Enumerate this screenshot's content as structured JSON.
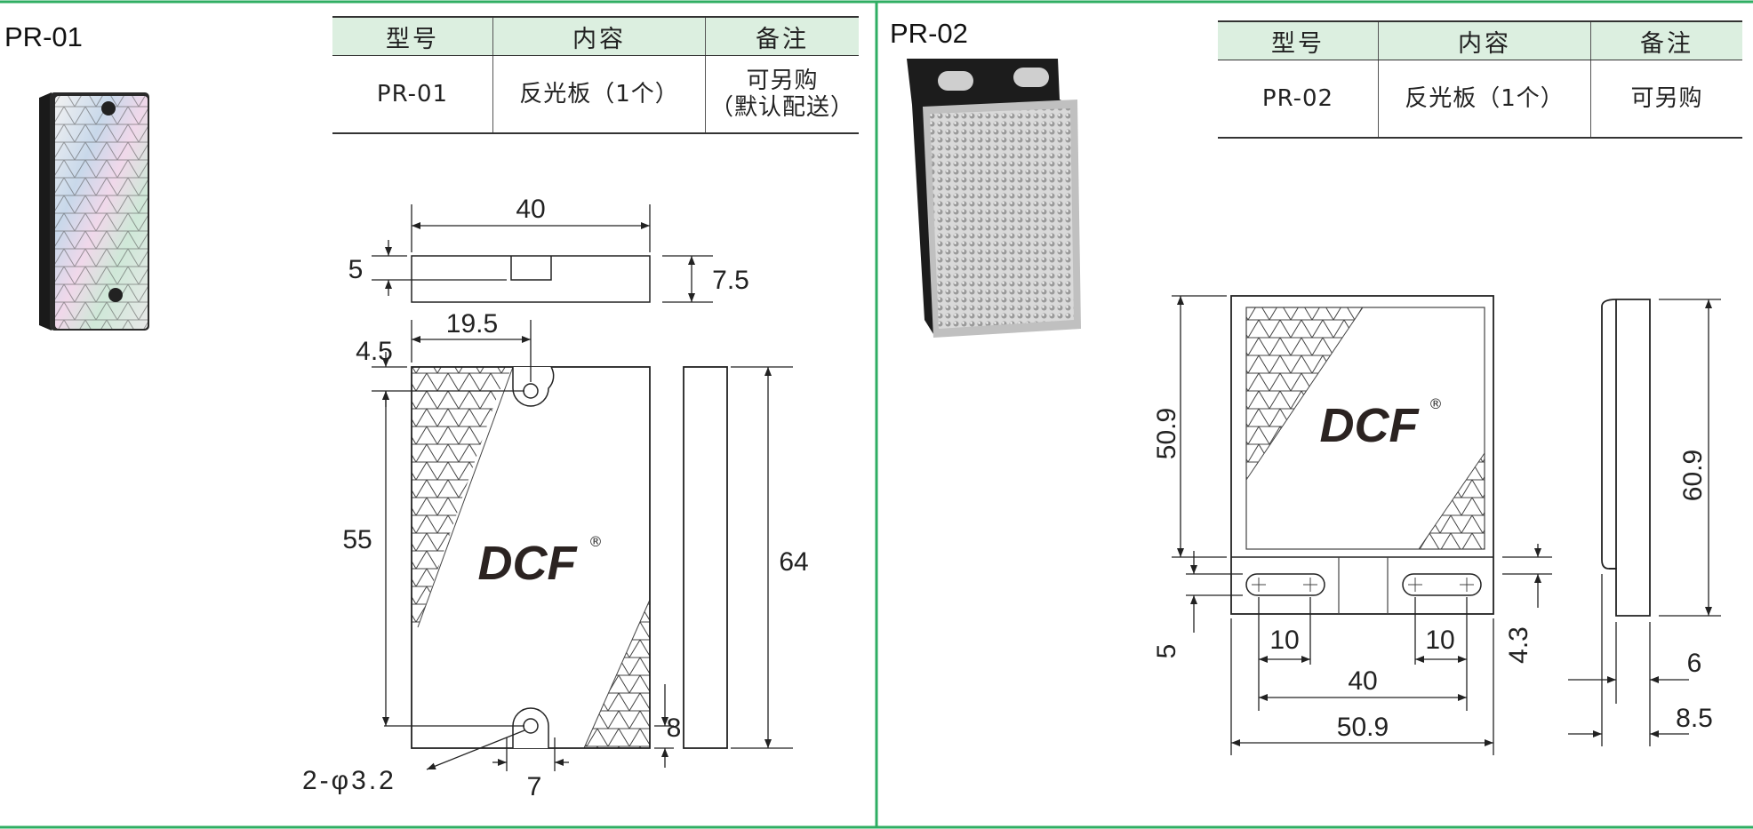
{
  "pr01": {
    "title": "PR-01",
    "table": {
      "headers": [
        "型号",
        "内容",
        "备注"
      ],
      "row": {
        "model": "PR-01",
        "content": "反光板（1个）",
        "note_line1": "可另购",
        "note_line2": "（默认配送）"
      }
    },
    "brand": "DCF",
    "registered": "®",
    "dims": {
      "width": "40",
      "slot_depth": "5",
      "thickness": "7.5",
      "hole_offset_x": "19.5",
      "hole_offset_y": "4.5",
      "hole_pitch": "55",
      "height": "64",
      "hole_bottom": "8",
      "hole_width": "7",
      "hole_note": "2-φ3.2"
    }
  },
  "pr02": {
    "title": "PR-02",
    "table": {
      "headers": [
        "型号",
        "内容",
        "备注"
      ],
      "row": {
        "model": "PR-02",
        "content": "反光板（1个）",
        "note": "可另购"
      }
    },
    "brand": "DCF",
    "registered": "®",
    "dims": {
      "reflector_height": "50.9",
      "total_height": "60.9",
      "slot_width_left": "10",
      "slot_width_right": "10",
      "slot_pitch": "40",
      "width": "50.9",
      "tab_height": "5",
      "slot_offset": "4.3",
      "thickness_thin": "6",
      "thickness_total": "8.5"
    }
  },
  "colors": {
    "frame": "#2fae63",
    "table_header_bg": "#dcefe0",
    "line": "#222222"
  }
}
